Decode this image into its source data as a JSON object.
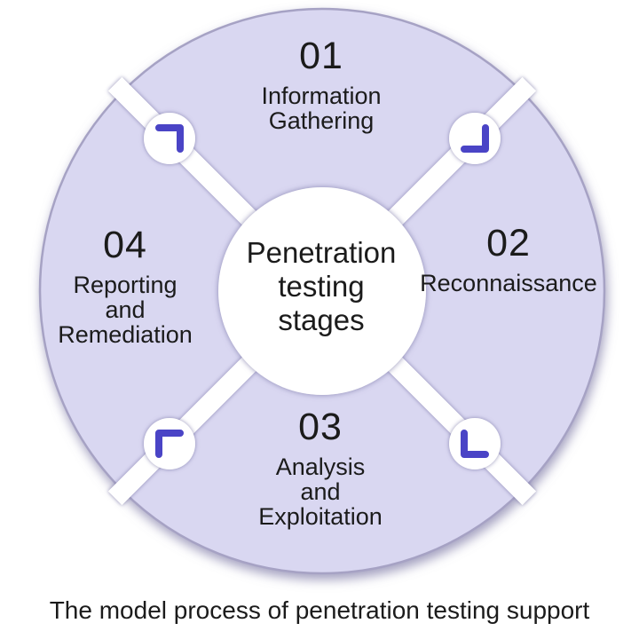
{
  "title": {
    "line1": "Penetration",
    "line2": "testing",
    "line3": "stages"
  },
  "stages": [
    {
      "number": "01",
      "lines": [
        "Information",
        "Gathering"
      ]
    },
    {
      "number": "02",
      "lines": [
        "Reconnaissance"
      ]
    },
    {
      "number": "03",
      "lines": [
        "Analysis",
        "and",
        "Exploitation"
      ]
    },
    {
      "number": "04",
      "lines": [
        "Reporting",
        "and",
        "Remediation"
      ]
    }
  ],
  "caption": "The model process of penetration testing support",
  "icons": {
    "top_left": "corner-bracket-top-right",
    "top_right": "corner-bracket-bottom-right",
    "bottom_left": "corner-bracket-top-left",
    "bottom_right": "corner-bracket-bottom-left"
  },
  "colors": {
    "segment_fill": "#d9d7f1",
    "segment_border": "#a6a2c4",
    "divider": "#ffffff",
    "icon": "#4a44c6",
    "text": "#1b1b1b",
    "background": "#ffffff",
    "shadow": "#8d89b0"
  }
}
